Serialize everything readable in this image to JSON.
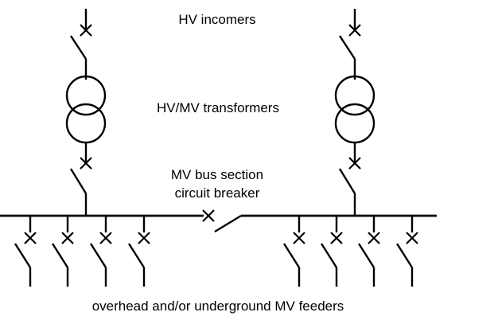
{
  "labels": {
    "hv_incomers": "HV incomers",
    "transformers": "HV/MV transformers",
    "bus_section_line1": "MV bus section",
    "bus_section_line2": "circuit breaker",
    "feeders": "overhead and/or underground MV feeders"
  },
  "colors": {
    "line": "#000000",
    "background": "#ffffff"
  }
}
